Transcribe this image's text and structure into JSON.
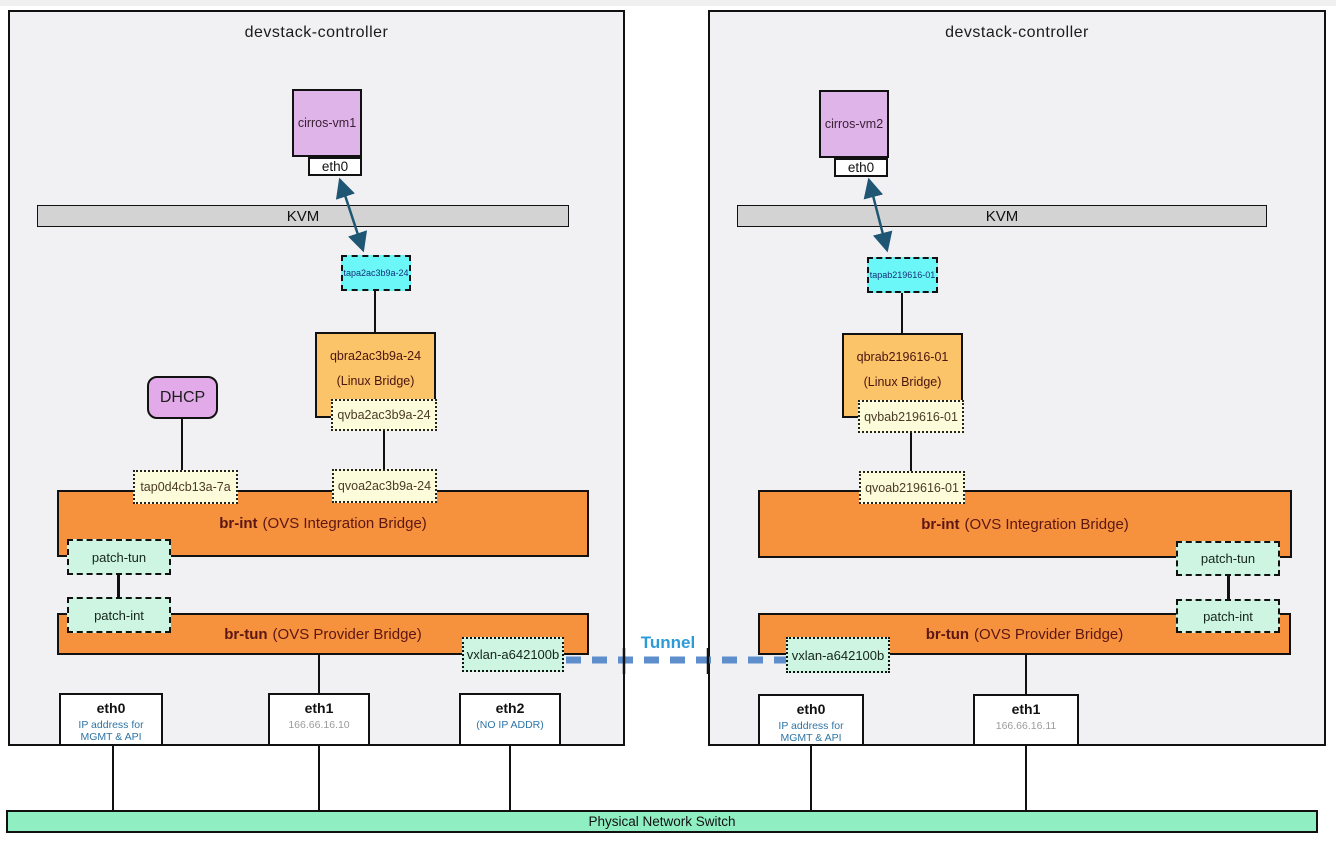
{
  "page": {
    "tunnel_label": "Tunnel",
    "switch_label": "Physical Network Switch"
  },
  "colors": {
    "ovs_bridge_orange": "#f6913e",
    "linux_bridge_orange": "#fbc469",
    "vm_purple": "#dfb4e9",
    "dhcp_purple": "#e2aae9",
    "tap_cyan": "#6bf7f7",
    "veth_yellow": "#fdfcda",
    "patch_mint": "#cef5e1",
    "switch_green": "#8feec2",
    "kvm_gray": "#d3d3d3",
    "tunnel_line_blue": "#5e8fcc",
    "tunnel_text_blue": "#2b9cd8",
    "arrow_teal": "#1f5673",
    "bridge_text_maroon": "#5c1613"
  },
  "left": {
    "title": "devstack-controller",
    "vm_name": "cirros-vm1",
    "vm_port": "eth0",
    "kvm": "KVM",
    "tap": "tapa2ac3b9a-24",
    "qbr_name": "qbra2ac3b9a-24",
    "qbr_sub": "(Linux Bridge)",
    "qvb": "qvba2ac3b9a-24",
    "dhcp": "DHCP",
    "dhcp_tap": "tap0d4cb13a-7a",
    "qvo": "qvoa2ac3b9a-24",
    "br_int_name": "br-int",
    "br_int_rest": "(OVS Integration Bridge)",
    "patch_tun": "patch-tun",
    "patch_int": "patch-int",
    "br_tun_name": "br-tun",
    "br_tun_rest": "(OVS Provider Bridge)",
    "vxlan": "vxlan-a642100b",
    "nic0": {
      "label": "eth0",
      "desc": "IP address for\nMGMT & API"
    },
    "nic1": {
      "label": "eth1",
      "desc": "166.66.16.10"
    },
    "nic2": {
      "label": "eth2",
      "desc": "(NO IP ADDR)"
    }
  },
  "right": {
    "title": "devstack-controller",
    "vm_name": "cirros-vm2",
    "vm_port": "eth0",
    "kvm": "KVM",
    "tap": "tapab219616-01",
    "qbr_name": "qbrab219616-01",
    "qbr_sub": "(Linux Bridge)",
    "qvb": "qvbab219616-01",
    "qvo": "qvoab219616-01",
    "br_int_name": "br-int",
    "br_int_rest": "(OVS Integration Bridge)",
    "patch_tun": "patch-tun",
    "patch_int": "patch-int",
    "br_tun_name": "br-tun",
    "br_tun_rest": "(OVS Provider Bridge)",
    "vxlan": "vxlan-a642100b",
    "nic0": {
      "label": "eth0",
      "desc": "IP address for\nMGMT & API"
    },
    "nic1": {
      "label": "eth1",
      "desc": "166.66.16.11"
    }
  }
}
